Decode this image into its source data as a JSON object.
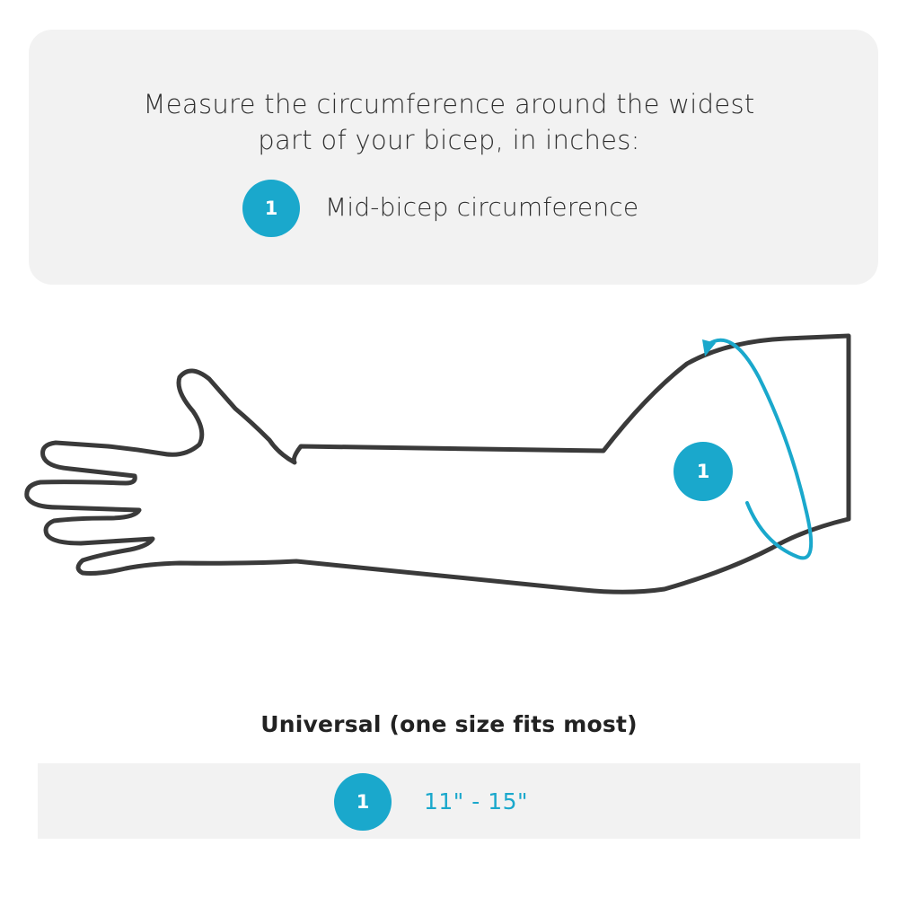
{
  "colors": {
    "accent": "#1aa8cc",
    "outline": "#3a3a3a",
    "panel": "#f2f2f2"
  },
  "instructions": {
    "line1": "Measure the circumference around the widest",
    "line2": "part of your bicep, in inches:"
  },
  "legend": {
    "number": "1",
    "label": "Mid-bicep circumference"
  },
  "illustration": {
    "arm_icon": "arm-outline-icon",
    "measure_icon": "circumference-loop-icon",
    "marker_number": "1"
  },
  "size_table": {
    "title": "Universal (one size fits most)",
    "rows": [
      {
        "number": "1",
        "range": "11\" - 15\""
      }
    ]
  }
}
